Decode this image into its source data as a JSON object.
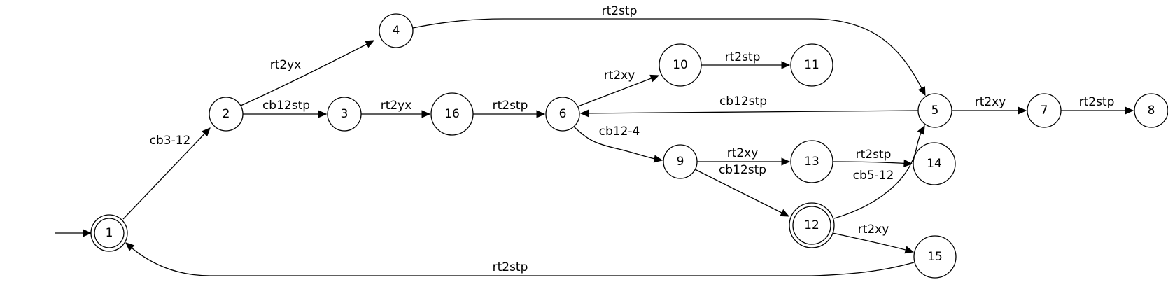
{
  "diagram": {
    "type": "finite-state-automaton",
    "initial_state": "1",
    "accepting_states": [
      "1",
      "12"
    ],
    "states": [
      "1",
      "2",
      "3",
      "4",
      "5",
      "6",
      "7",
      "8",
      "9",
      "10",
      "11",
      "12",
      "13",
      "14",
      "15",
      "16"
    ],
    "transitions": [
      {
        "from": "1",
        "to": "2",
        "label": "cb3-12"
      },
      {
        "from": "2",
        "to": "4",
        "label": "rt2yx"
      },
      {
        "from": "2",
        "to": "3",
        "label": "cb12stp"
      },
      {
        "from": "4",
        "to": "5",
        "label": "rt2stp"
      },
      {
        "from": "3",
        "to": "16",
        "label": "rt2yx"
      },
      {
        "from": "16",
        "to": "6",
        "label": "rt2stp"
      },
      {
        "from": "6",
        "to": "10",
        "label": "rt2xy"
      },
      {
        "from": "10",
        "to": "11",
        "label": "rt2stp"
      },
      {
        "from": "5",
        "to": "6",
        "label": "cb12stp"
      },
      {
        "from": "5",
        "to": "7",
        "label": "rt2xy"
      },
      {
        "from": "7",
        "to": "8",
        "label": "rt2stp"
      },
      {
        "from": "6",
        "to": "9",
        "label": "cb12-4"
      },
      {
        "from": "9",
        "to": "13",
        "label": "rt2xy"
      },
      {
        "from": "9",
        "to": "12",
        "label": "cb12stp"
      },
      {
        "from": "13",
        "to": "14",
        "label": "rt2stp"
      },
      {
        "from": "12",
        "to": "5",
        "label": "cb5-12"
      },
      {
        "from": "12",
        "to": "15",
        "label": "rt2xy"
      },
      {
        "from": "15",
        "to": "1",
        "label": "rt2stp"
      }
    ]
  }
}
